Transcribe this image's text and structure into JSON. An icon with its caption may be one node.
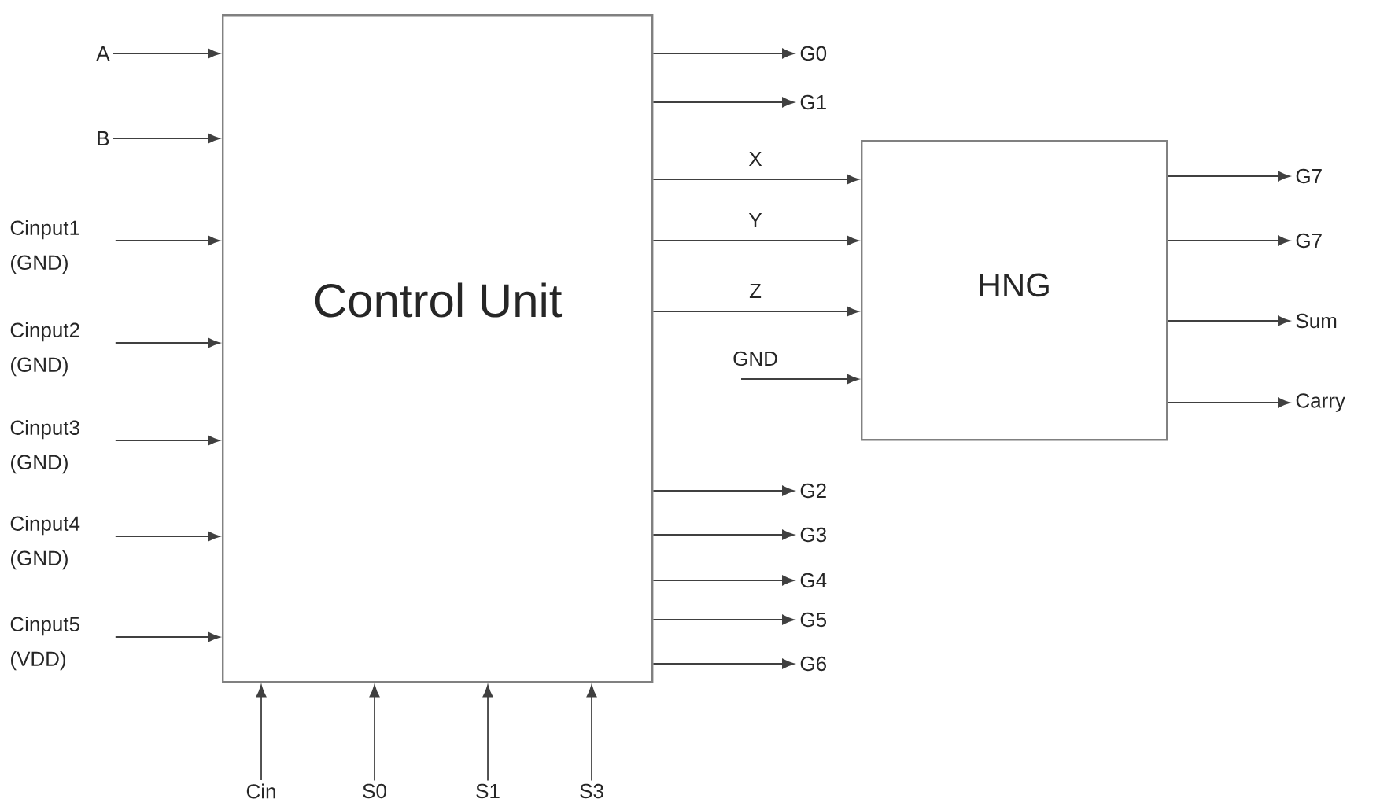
{
  "diagram": {
    "nodes": [
      {
        "text": [
          "Control Unit"
        ]
      },
      {
        "text": [
          "HNG"
        ]
      },
      {
        "text": [
          "A"
        ]
      },
      {
        "text": [
          "B"
        ]
      },
      {
        "text": [
          "Cinput1 (GND)"
        ]
      },
      {
        "text": [
          "Cinput2 (GND)"
        ]
      },
      {
        "text": [
          "Cinput3 (GND)"
        ]
      },
      {
        "text": [
          "Cinput4 (GND)"
        ]
      },
      {
        "text": [
          "Cinput5 (VDD)"
        ]
      },
      {
        "text": [
          "G0"
        ]
      },
      {
        "text": [
          "G1"
        ]
      },
      {
        "text": [
          "G2"
        ]
      },
      {
        "text": [
          "G3"
        ]
      },
      {
        "text": [
          "G4"
        ]
      },
      {
        "text": [
          "G5"
        ]
      },
      {
        "text": [
          "G6"
        ]
      },
      {
        "text": [
          "G7"
        ]
      },
      {
        "text": [
          "G7"
        ]
      },
      {
        "text": [
          "Sum"
        ]
      },
      {
        "text": [
          "Carry"
        ]
      },
      {
        "text": [
          "Cin"
        ]
      },
      {
        "text": [
          "S0"
        ]
      },
      {
        "text": [
          "S1"
        ]
      },
      {
        "text": [
          "S3"
        ]
      }
    ],
    "edges": [
      {
        "from": 2,
        "to": 0,
        "arrow": "to"
      },
      {
        "from": 3,
        "to": 0,
        "arrow": "to"
      },
      {
        "from": 4,
        "to": 0,
        "arrow": "to"
      },
      {
        "from": 5,
        "to": 0,
        "arrow": "to"
      },
      {
        "from": 6,
        "to": 0,
        "arrow": "to"
      },
      {
        "from": 7,
        "to": 0,
        "arrow": "to"
      },
      {
        "from": 8,
        "to": 0,
        "arrow": "to"
      },
      {
        "from": 0,
        "to": 9,
        "arrow": "to"
      },
      {
        "from": 0,
        "to": 10,
        "arrow": "to"
      },
      {
        "from": 0,
        "to": 1,
        "arrow": "to",
        "label": "X"
      },
      {
        "from": 0,
        "to": 1,
        "arrow": "to",
        "label": "Y"
      },
      {
        "from": 0,
        "to": 1,
        "arrow": "to",
        "label": "Z"
      },
      {
        "from": null,
        "to": 1,
        "arrow": "to",
        "label": "GND"
      },
      {
        "from": 0,
        "to": 11,
        "arrow": "to"
      },
      {
        "from": 0,
        "to": 12,
        "arrow": "to"
      },
      {
        "from": 0,
        "to": 13,
        "arrow": "to"
      },
      {
        "from": 0,
        "to": 14,
        "arrow": "to"
      },
      {
        "from": 0,
        "to": 15,
        "arrow": "to"
      },
      {
        "from": 1,
        "to": 16,
        "arrow": "to"
      },
      {
        "from": 1,
        "to": 17,
        "arrow": "to"
      },
      {
        "from": 1,
        "to": 18,
        "arrow": "to"
      },
      {
        "from": 1,
        "to": 19,
        "arrow": "to"
      },
      {
        "from": 20,
        "to": 0,
        "arrow": "to"
      },
      {
        "from": 21,
        "to": 0,
        "arrow": "to"
      },
      {
        "from": 22,
        "to": 0,
        "arrow": "to"
      },
      {
        "from": 23,
        "to": 0,
        "arrow": "to"
      }
    ]
  }
}
